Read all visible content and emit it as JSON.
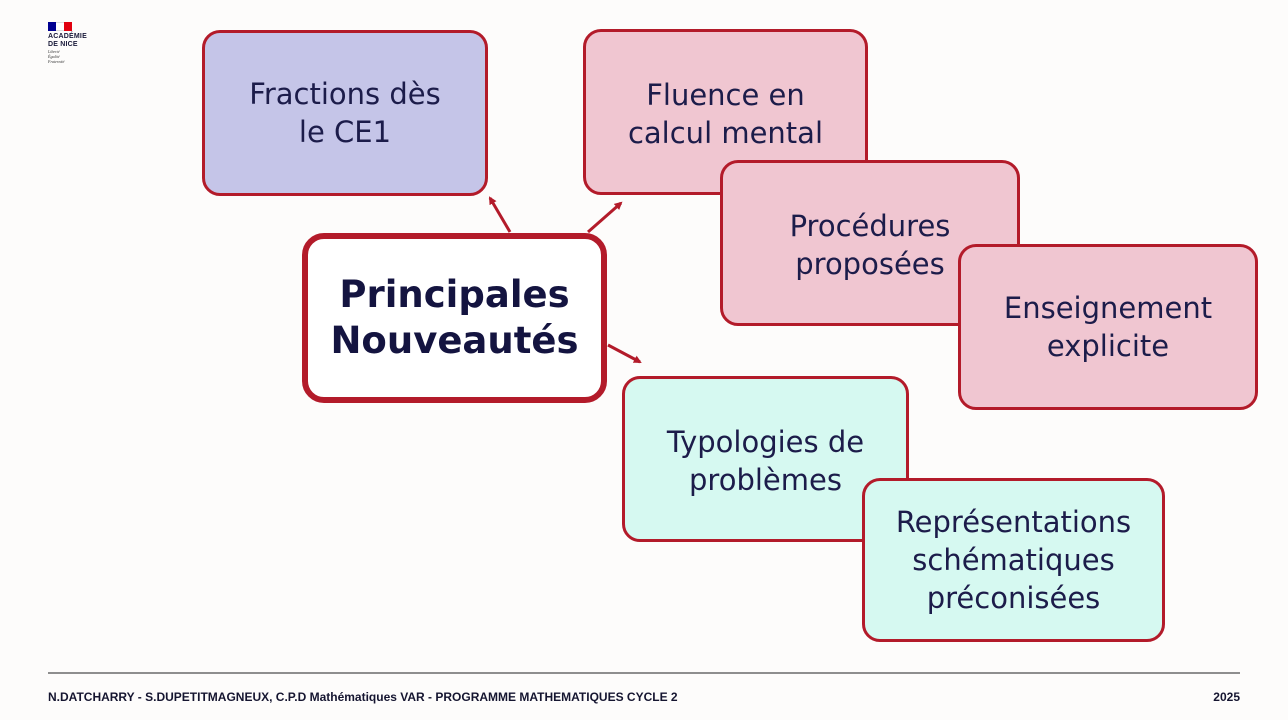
{
  "logo": {
    "line1": "ACADÉMIE",
    "line2": "DE NICE",
    "motto": [
      "Liberté",
      "Égalité",
      "Fraternité"
    ],
    "colors": [
      "#000091",
      "#ffffff",
      "#e1000f"
    ]
  },
  "diagram": {
    "center": {
      "line1": "Principales",
      "line2": "Nouveautés"
    },
    "fractions": {
      "line1": "Fractions dès",
      "line2": "le CE1"
    },
    "fluence": {
      "line1": "Fluence en",
      "line2": "calcul mental"
    },
    "procedures": {
      "line1": "Procédures",
      "line2": "proposées"
    },
    "enseignement": {
      "line1": "Enseignement",
      "line2": "explicite"
    },
    "typologies": {
      "line1": "Typologies de",
      "line2": "problèmes"
    },
    "representations": {
      "line1": "Représentations",
      "line2": "schématiques",
      "line3": "préconisées"
    }
  },
  "colors": {
    "border": "#b31b2a",
    "blue_fill": "#c5c5e8",
    "pink_fill": "#f0c6d1",
    "mint_fill": "#d6f9f1",
    "text": "#1c1c4a"
  },
  "footer": {
    "left": "N.DATCHARRY - S.DUPETITMAGNEUX, C.P.D Mathématiques VAR - PROGRAMME MATHEMATIQUES CYCLE 2",
    "right": "2025"
  }
}
